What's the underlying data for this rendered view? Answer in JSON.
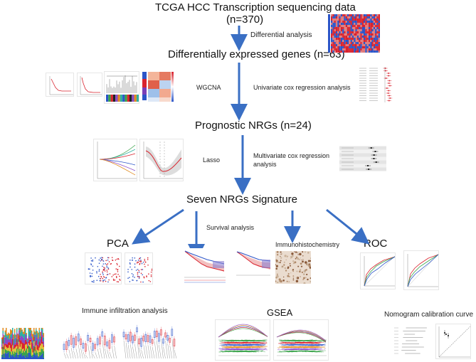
{
  "title": {
    "line1": "TCGA HCC Transcription sequencing data",
    "line2": "(n=370)"
  },
  "steps": {
    "differential_analysis": "Differential analysis",
    "deg": "Differentially expressed genes (n=63)",
    "wgcna": "WGCNA",
    "univariate": "Univariate cox regression analysis",
    "prognostic": "Prognostic NRGs (n=24)",
    "lasso": "Lasso",
    "multivariate_line1": "Multivariate cox regression",
    "multivariate_line2": "analysis",
    "signature": "Seven NRGs Signature",
    "pca": "PCA",
    "survival": "Survival analysis",
    "ihc": "Immunohistochemistry",
    "roc": "ROC",
    "immune": "Immune infiltration analysis",
    "gsea": "GSEA",
    "nomogram": "Nomogram calibration curve"
  },
  "colors": {
    "arrow": "#3a6fc4",
    "red": "#d9232e",
    "blue": "#2c55c8",
    "pink": "#e89a9a",
    "green": "#3aa34a"
  }
}
